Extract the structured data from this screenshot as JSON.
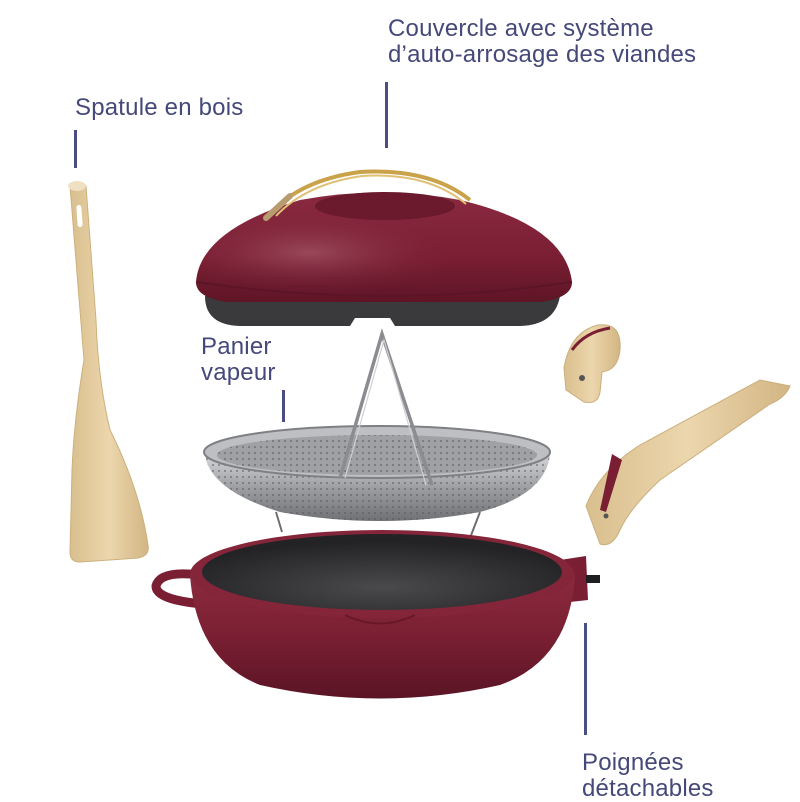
{
  "labels": {
    "lid": {
      "line1": "Couvercle avec système",
      "line2": "d’auto-arrosage des viandes"
    },
    "spatula": {
      "line1": "Spatule en bois"
    },
    "steamer": {
      "line1": "Panier",
      "line2": "vapeur"
    },
    "handles": {
      "line1": "Poignées",
      "line2": "détachables"
    }
  },
  "colors": {
    "label_text": "#45497a",
    "leader_line": "#4a4e82",
    "enamel_burgundy": "#7a1e33",
    "wood": "#e6cfa4",
    "interior": "#2c2c2e",
    "steel": "#a9abae",
    "brass": "#c9a24a"
  }
}
